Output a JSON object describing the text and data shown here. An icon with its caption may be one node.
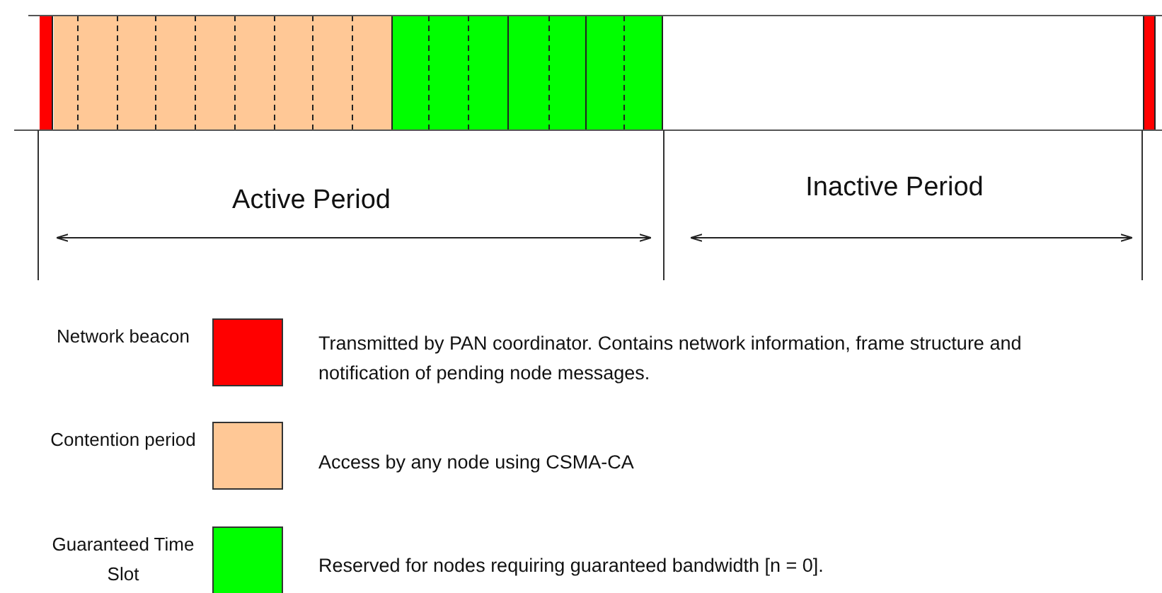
{
  "diagram": {
    "labels": [
      "Active Period",
      "Inactive Period",
      "Transmitted by PAN coordinator.  Contains network information, frame structure and notification of pending node messages.",
      "Access by any node using CSMA-CA",
      "Reserved for nodes requiring guaranteed bandwidth [n = 0]."
    ],
    "legend": [
      {
        "text": "Network beacon",
        "color": "#ff0000"
      },
      {
        "text": "Contention period",
        "color": "#ffc896"
      },
      {
        "text": "Guaranteed Time Slot",
        "color": "#00ff00"
      }
    ]
  }
}
